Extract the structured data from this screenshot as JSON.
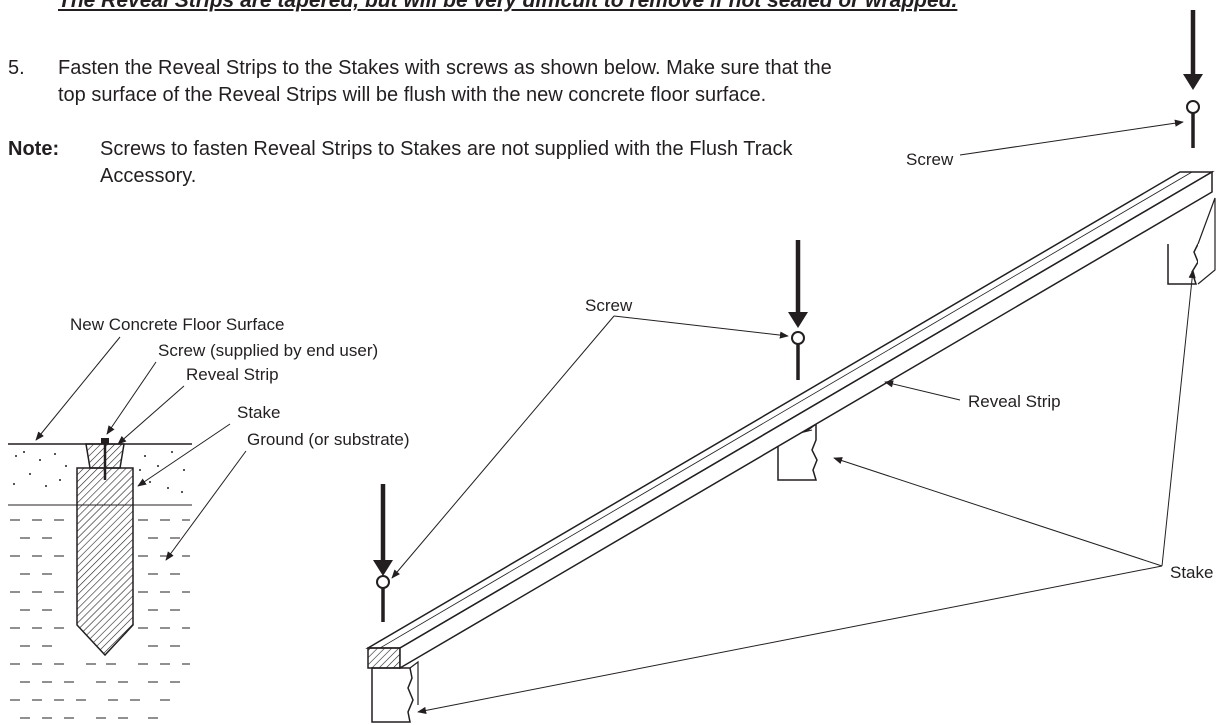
{
  "warning": "The Reveal Strips are tapered, but will be very difficult to remove if not sealed or wrapped.",
  "step": {
    "number": "5.",
    "text": "Fasten the Reveal Strips to the Stakes with screws as shown below. Make sure that the top surface of the Reveal Strips will be flush with the new concrete floor surface."
  },
  "note": {
    "label": "Note:",
    "text": "Screws to fasten Reveal Strips to Stakes are not supplied with the Flush Track Accessory."
  },
  "section_labels": {
    "floor": "New Concrete Floor Surface",
    "screw": "Screw (supplied by end user)",
    "strip": "Reveal Strip",
    "stake": "Stake",
    "ground": "Ground (or substrate)"
  },
  "iso_labels": {
    "screw_top": "Screw",
    "screw_mid": "Screw",
    "strip": "Reveal Strip",
    "stake": "Stake"
  }
}
